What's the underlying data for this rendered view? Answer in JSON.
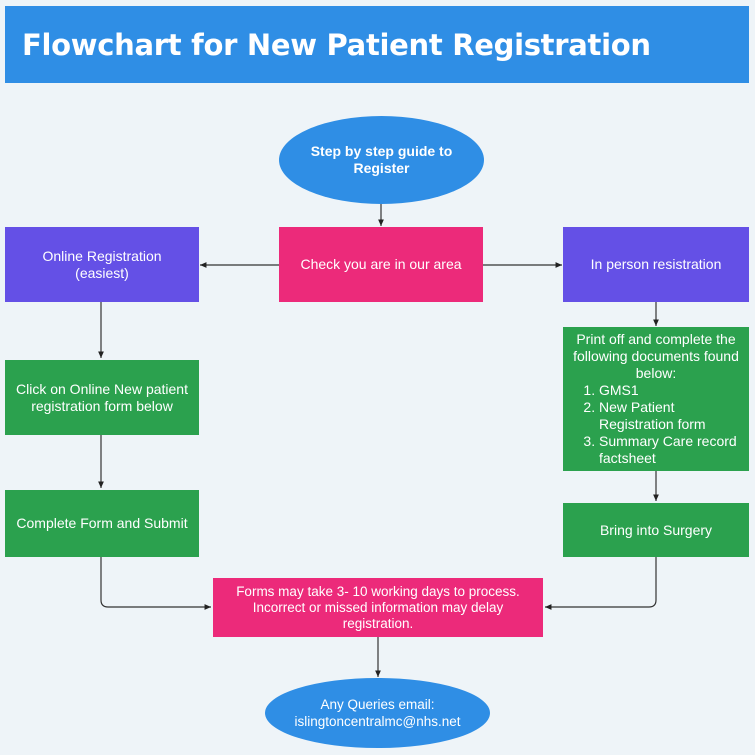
{
  "title": "Flowchart for New Patient Registration",
  "colors": {
    "header": "#2f8ee5",
    "oval": "#2f8ee5",
    "purple": "#6450e6",
    "pink": "#ec2a7a",
    "green": "#2ba14e",
    "background": "#eef4f8"
  },
  "nodes": {
    "start": "Step by step guide to Register",
    "check_area": "Check you are in our area",
    "online": "Online Registration (easiest)",
    "in_person": "In person resistration",
    "click_online": "Click on Online New patient registration form below",
    "complete_form": "Complete Form and Submit",
    "print_docs": {
      "intro": "Print off and complete the following documents found below:",
      "items": [
        "GMS1",
        "New Patient Registration form",
        "Summary Care record factsheet"
      ]
    },
    "bring_surgery": "Bring into Surgery",
    "processing": "Forms may take 3- 10 working days to process. Incorrect or missed information may delay registration.",
    "queries": "Any Queries email: islingtoncentralmc@nhs.net"
  }
}
